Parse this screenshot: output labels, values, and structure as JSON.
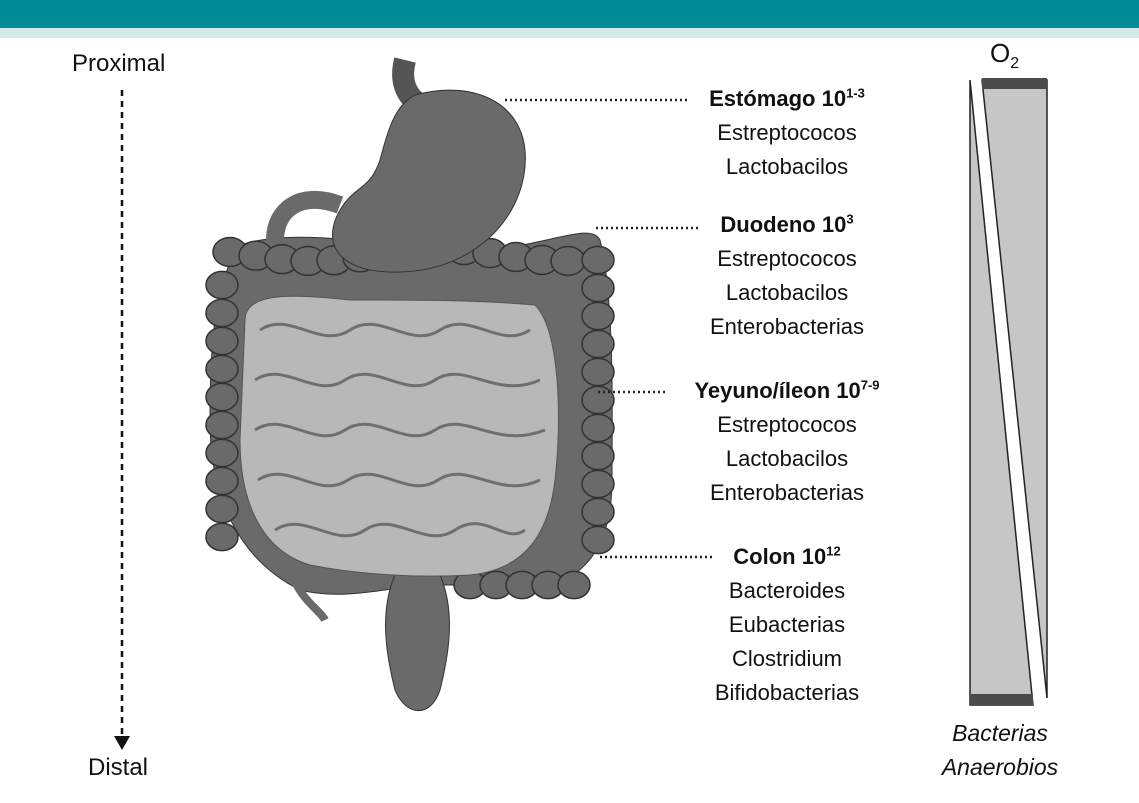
{
  "colors": {
    "header_dark": "#008b96",
    "header_light": "#d4e9ea",
    "organ_dark": "#555555",
    "organ_mid": "#6a6a6a",
    "organ_light": "#b8b8b8",
    "bar_fill": "#c6c6c6",
    "bar_cap": "#4a4a4a"
  },
  "axis": {
    "top": "Proximal",
    "bottom": "Distal",
    "arrow_icon": "dashed-down-arrow-icon"
  },
  "regions": [
    {
      "name": "Estómago",
      "count_base": "10",
      "count_exp": "1-3",
      "bacteria": [
        "Estreptococos",
        "Lactobacilos"
      ]
    },
    {
      "name": "Duodeno",
      "count_base": "10",
      "count_exp": "3",
      "bacteria": [
        "Estreptococos",
        "Lactobacilos",
        "Enterobacterias"
      ]
    },
    {
      "name": "Yeyuno/íleon",
      "count_base": "10",
      "count_exp": "7-9",
      "bacteria": [
        "Estreptococos",
        "Lactobacilos",
        "Enterobacterias"
      ]
    },
    {
      "name": "Colon",
      "count_base": "10",
      "count_exp": "12",
      "bacteria": [
        "Bacteroides",
        "Eubacterias",
        "Clostridium",
        "Bifidobacterias"
      ]
    }
  ],
  "gradient": {
    "top_label_main": "O",
    "top_label_sub": "2",
    "bottom_label_line1": "Bacterias",
    "bottom_label_line2": "Anaerobios"
  }
}
